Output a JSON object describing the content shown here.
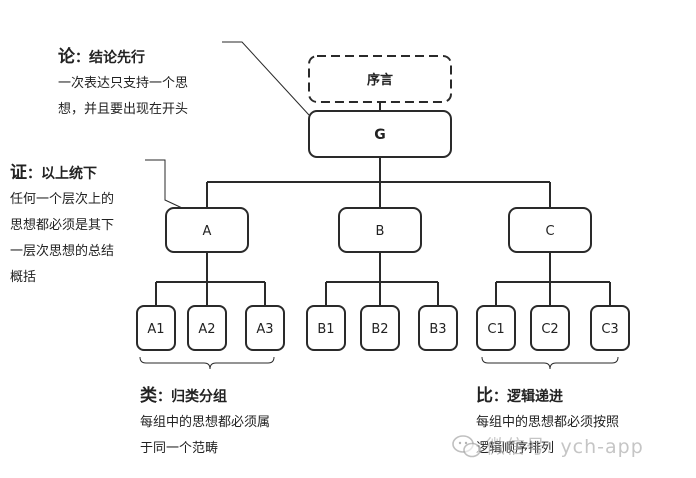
{
  "diagram": {
    "preface": "序言",
    "root": "G",
    "level1": [
      "A",
      "B",
      "C"
    ],
    "level2": [
      [
        "A1",
        "A2",
        "A3"
      ],
      [
        "B1",
        "B2",
        "B3"
      ],
      [
        "C1",
        "C2",
        "C3"
      ]
    ]
  },
  "annotations": {
    "lun": {
      "char": "论",
      "title": "：结论先行",
      "lines": [
        "一次表达只支持一个思",
        "想，并且要出现在开头"
      ]
    },
    "zheng": {
      "char": "证",
      "title": "：以上统下",
      "lines": [
        "任何一个层次上的",
        "思想都必须是其下",
        "一层次思想的总结",
        "概括"
      ]
    },
    "lei": {
      "char": "类",
      "title": "：归类分组",
      "lines": [
        "每组中的思想都必须属",
        "于同一个范畴"
      ]
    },
    "bi": {
      "char": "比",
      "title": "：逻辑递进",
      "lines": [
        "每组中的思想都必须按照",
        "逻辑顺序排列"
      ]
    }
  },
  "watermark": "微信号: ych-app",
  "colors": {
    "stroke": "#2a2a2a",
    "text": "#222222"
  }
}
